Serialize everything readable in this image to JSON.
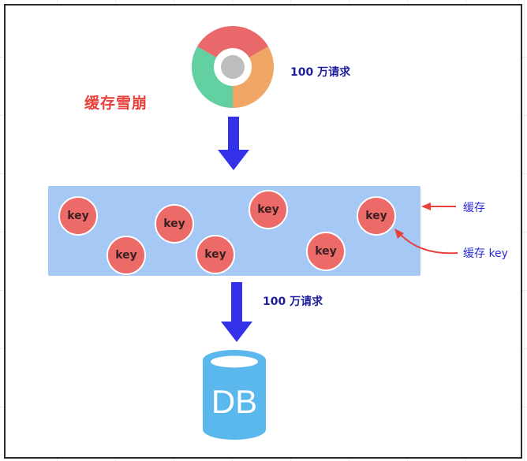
{
  "diagram": {
    "title": "缓存雪崩",
    "top_request_label": "100 万请求",
    "bottom_request_label": "100 万请求",
    "cache_label": "缓存",
    "cache_key_label": "缓存 key",
    "db_label": "DB",
    "keys": [
      "key",
      "key",
      "key",
      "key",
      "key",
      "key",
      "key"
    ]
  },
  "colors": {
    "title": "#e8413c",
    "annotation_text": "#2b2bd6",
    "flow_arrow": "#3432e8",
    "cache_background": "#a6c8f5",
    "key_fill": "#ec6a68",
    "database": "#5bb8ec",
    "pointer_arrow": "#e8413c"
  },
  "icons": [
    "browser-chrome-icon",
    "database-icon"
  ]
}
